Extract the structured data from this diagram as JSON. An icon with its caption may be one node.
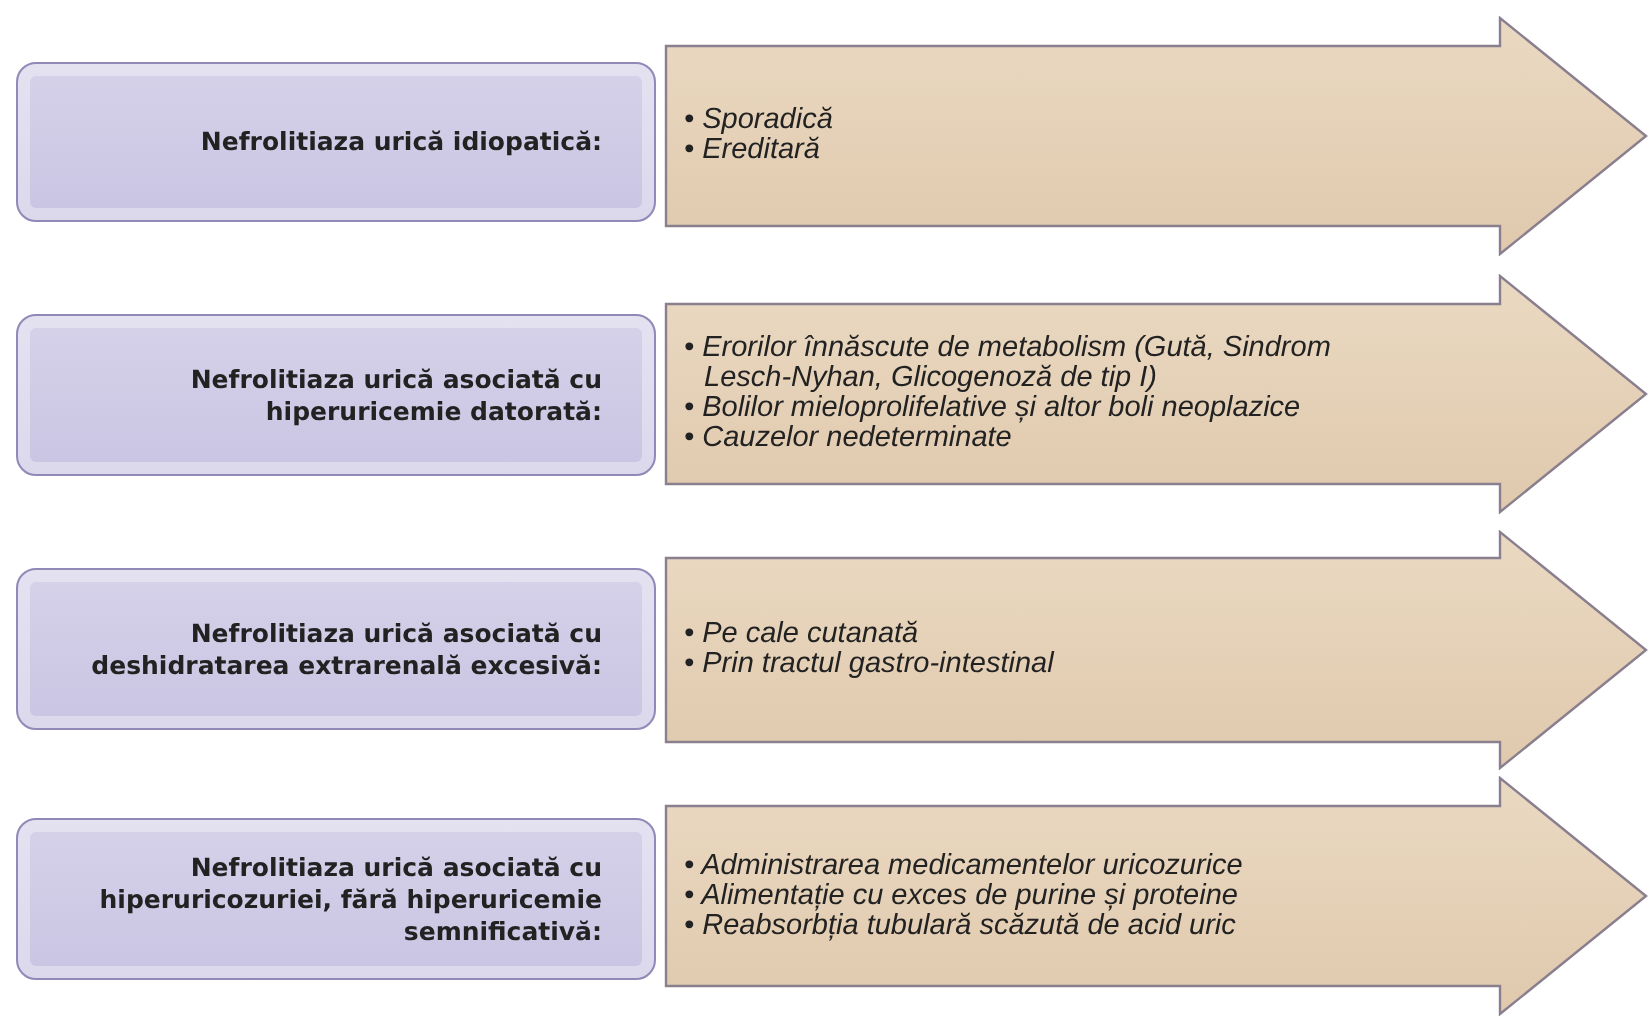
{
  "diagram": {
    "nodes": [
      {
        "text": [
          "Nefrolitiaza urică idiopatică:"
        ]
      },
      {
        "text": [
          "• Sporadică",
          "• Ereditară"
        ]
      },
      {
        "text": [
          "Nefrolitiaza urică asociată cu hiperuricemie datorată:"
        ]
      },
      {
        "text": [
          "• Erorilor înnăscute de metabolism (Gută, Sindrom Lesch-Nyhan, Glicogenoză de tip I)",
          "• Bolilor mieloprolifelative și altor boli neoplazice",
          "• Cauzelor nedeterminate"
        ]
      },
      {
        "text": [
          "Nefrolitiaza urică asociată cu deshidratarea extrarenală excesivă:"
        ]
      },
      {
        "text": [
          "• Pe cale cutanată",
          "• Prin tractul gastro-intestinal"
        ]
      },
      {
        "text": [
          "Nefrolitiaza urică asociată cu hiperuricozuriei, fără hiperuricemie semnificativă:"
        ]
      },
      {
        "text": [
          "• Administrarea medicamentelor uricozurice",
          "• Alimentație cu exces de purine și proteine",
          "• Reabsorbția tubulară scăzută de acid uric"
        ]
      }
    ]
  }
}
